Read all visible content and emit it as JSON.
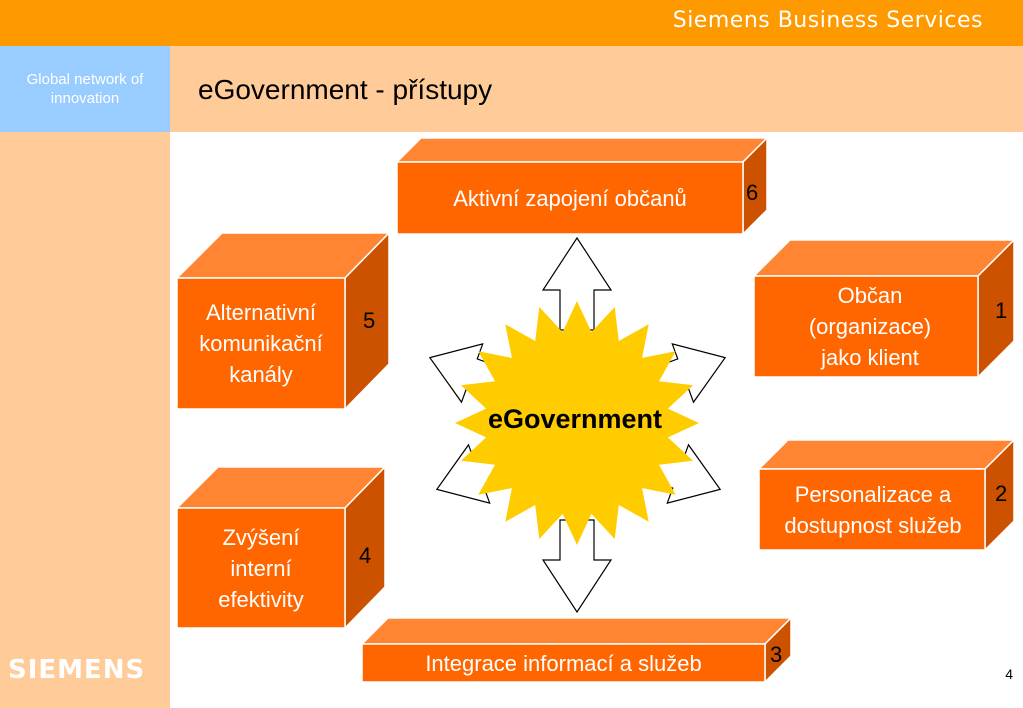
{
  "header": {
    "brand": "Siemens Business Services",
    "tagline": "Global network of innovation",
    "title": "eGovernment - přístupy"
  },
  "footer": {
    "logo": "SIEMENS",
    "page_number": "4"
  },
  "diagram": {
    "center": "eGovernment",
    "items": [
      {
        "number": "1",
        "label": "Občan (organizace) jako klient"
      },
      {
        "number": "2",
        "label": "Personalizace a dostupnost služeb"
      },
      {
        "number": "3",
        "label": "Integrace informací a služeb"
      },
      {
        "number": "4",
        "label": "Zvýšení interní efektivity"
      },
      {
        "number": "5",
        "label": "Alternativní komunikační kanály"
      },
      {
        "number": "6",
        "label": "Aktivní zapojení občanů"
      }
    ]
  },
  "colors": {
    "top_bar": "#FF9900",
    "tagline_bg": "#99CCFF",
    "header_bg": "#FFCC99",
    "box_front": "#FF6600",
    "box_top": "#FF8533",
    "box_side": "#CC5200",
    "star": "#FFCC00"
  }
}
